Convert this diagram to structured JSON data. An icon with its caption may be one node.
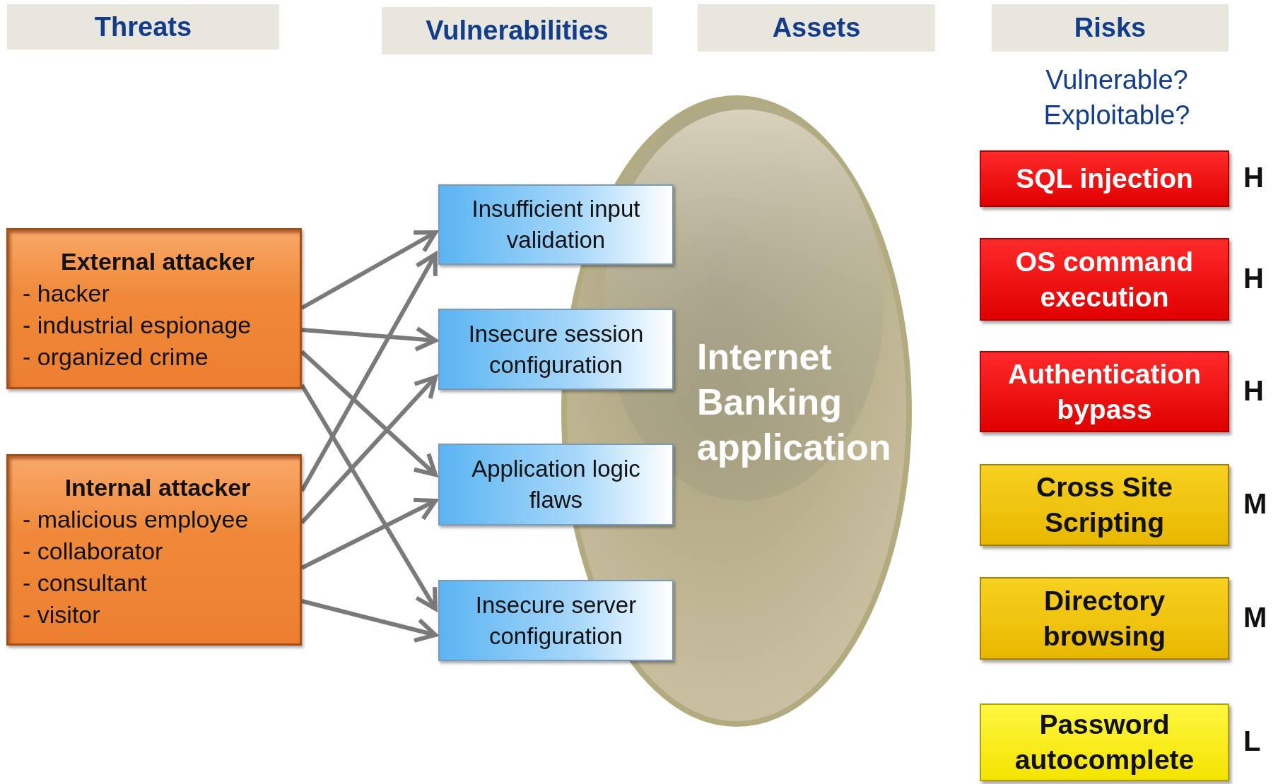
{
  "diagram": {
    "nodes": [
      {
        "text": [
          "Threats"
        ]
      },
      {
        "text": [
          "Vulnerabilities"
        ]
      },
      {
        "text": [
          "Assets"
        ]
      },
      {
        "text": [
          "Risks"
        ]
      },
      {
        "text": [
          "External attacker",
          "- hacker",
          "- industrial espionage",
          "- organized crime"
        ]
      },
      {
        "text": [
          "Internal attacker",
          "- malicious employee",
          "- collaborator",
          "- consultant",
          "- visitor"
        ]
      },
      {
        "text": [
          "Insufficient input validation"
        ]
      },
      {
        "text": [
          "Insecure session configuration"
        ]
      },
      {
        "text": [
          "Application logic flaws"
        ]
      },
      {
        "text": [
          "Insecure server configuration"
        ]
      },
      {
        "text": [
          "Internet Banking application"
        ]
      },
      {
        "text": [
          "SQL injection"
        ],
        "beside": [
          "H"
        ]
      },
      {
        "text": [
          "OS command execution"
        ],
        "beside": [
          "H"
        ]
      },
      {
        "text": [
          "Authentication bypass"
        ],
        "beside": [
          "H"
        ]
      },
      {
        "text": [
          "Cross Site Scripting"
        ],
        "beside": [
          "M"
        ]
      },
      {
        "text": [
          "Directory browsing"
        ],
        "beside": [
          "M"
        ]
      },
      {
        "text": [
          "Password autocomplete"
        ],
        "beside": [
          "L"
        ]
      }
    ],
    "edges": [
      {
        "from": 4,
        "to": 6,
        "arrow": "to"
      },
      {
        "from": 4,
        "to": 7,
        "arrow": "to"
      },
      {
        "from": 4,
        "to": 8,
        "arrow": "to"
      },
      {
        "from": 4,
        "to": 9,
        "arrow": "to"
      },
      {
        "from": 5,
        "to": 6,
        "arrow": "to"
      },
      {
        "from": 5,
        "to": 7,
        "arrow": "to"
      },
      {
        "from": 5,
        "to": 8,
        "arrow": "to"
      },
      {
        "from": 5,
        "to": 9,
        "arrow": "to"
      }
    ],
    "labels": [
      "Vulnerable? Exploitable?"
    ]
  }
}
